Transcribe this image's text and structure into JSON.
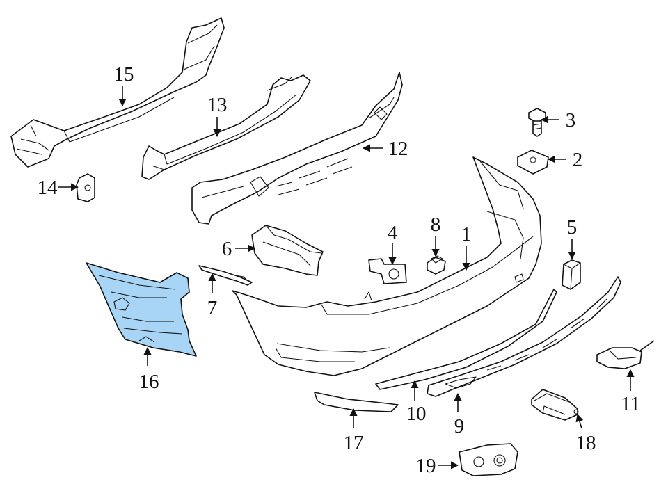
{
  "diagram": {
    "highlight_color": "#a8d4f5",
    "line_color": "#111111",
    "background": "#ffffff"
  },
  "callouts": [
    {
      "id": "c1",
      "label": "1"
    },
    {
      "id": "c2",
      "label": "2"
    },
    {
      "id": "c3",
      "label": "3"
    },
    {
      "id": "c4",
      "label": "4"
    },
    {
      "id": "c5",
      "label": "5"
    },
    {
      "id": "c6",
      "label": "6"
    },
    {
      "id": "c7",
      "label": "7"
    },
    {
      "id": "c8",
      "label": "8"
    },
    {
      "id": "c9",
      "label": "9"
    },
    {
      "id": "c10",
      "label": "10"
    },
    {
      "id": "c11",
      "label": "11"
    },
    {
      "id": "c12",
      "label": "12"
    },
    {
      "id": "c13",
      "label": "13"
    },
    {
      "id": "c14",
      "label": "14"
    },
    {
      "id": "c15",
      "label": "15"
    },
    {
      "id": "c16",
      "label": "16"
    },
    {
      "id": "c17",
      "label": "17"
    },
    {
      "id": "c18",
      "label": "18"
    },
    {
      "id": "c19",
      "label": "19"
    }
  ]
}
